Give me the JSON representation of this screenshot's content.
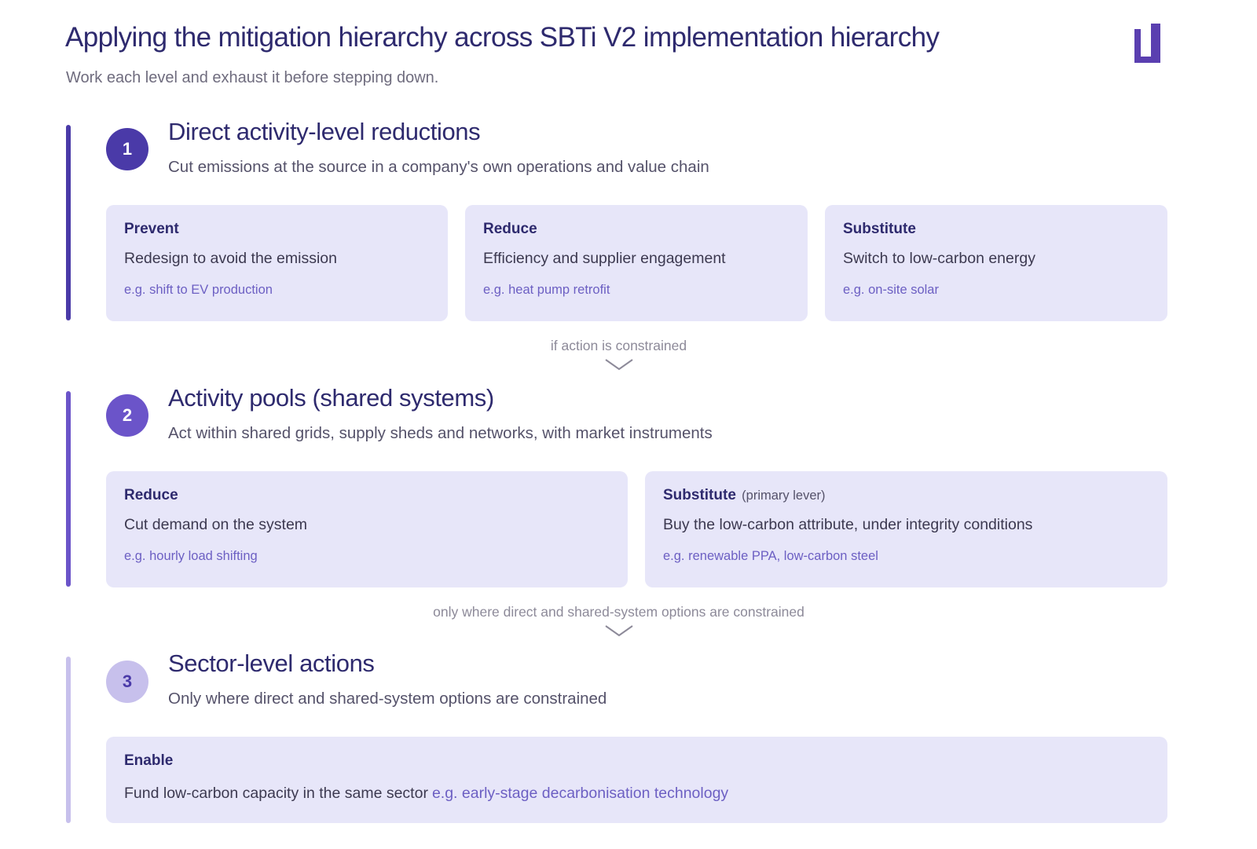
{
  "header": {
    "title": "Applying the mitigation hierarchy across SBTi V2 implementation hierarchy",
    "subtitle": "Work each level and exhaust it before stepping down."
  },
  "logo": {
    "icon": "bracket-logo-icon",
    "color": "#5a3fb0"
  },
  "levels": [
    {
      "number": "1",
      "title": "Direct activity-level reductions",
      "description": "Cut emissions at the source in a company's own operations and value chain",
      "accent": "#4a3aa8",
      "cards": [
        {
          "name": "Prevent",
          "description": "Redesign to avoid the emission",
          "example": "e.g. shift to EV production"
        },
        {
          "name": "Reduce",
          "description": "Efficiency and supplier engagement",
          "example": "e.g. heat pump retrofit"
        },
        {
          "name": "Substitute",
          "description": "Switch to low-carbon energy",
          "example": "e.g. on-site solar"
        }
      ]
    },
    {
      "number": "2",
      "title": "Activity pools (shared systems)",
      "description": "Act within shared grids, supply sheds and networks, with market instruments",
      "accent": "#6b54c9",
      "cards": [
        {
          "name": "Reduce",
          "qualifier": "",
          "description": "Cut demand on the system",
          "example": "e.g. hourly load shifting"
        },
        {
          "name": "Substitute",
          "qualifier": "(primary lever)",
          "description": "Buy the low-carbon attribute, under integrity conditions",
          "example": "e.g. renewable PPA, low-carbon steel"
        }
      ]
    },
    {
      "number": "3",
      "title": "Sector-level actions",
      "description": "Only where direct and shared-system options are constrained",
      "accent": "#c7c0ec",
      "cards": [
        {
          "name": "Enable",
          "description": "Fund low-carbon capacity in the same sector",
          "example": "e.g. early-stage decarbonisation technology"
        }
      ]
    }
  ],
  "connectors": [
    {
      "label": "if action is constrained",
      "icon": "chevron-down-icon"
    },
    {
      "label": "only where direct and shared-system options are constrained",
      "icon": "chevron-down-icon"
    }
  ],
  "colors": {
    "card_background": "#e7e6f9",
    "title": "#2e2a6e",
    "example_text": "#6c5fc3"
  }
}
